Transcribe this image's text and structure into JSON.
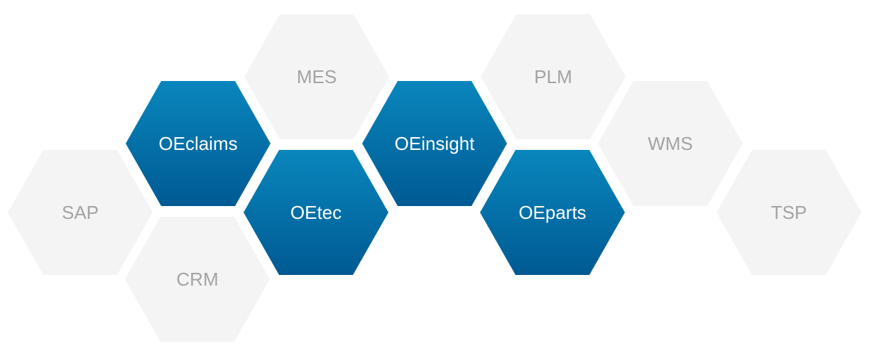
{
  "colors": {
    "product_fill_top": "#0986bd",
    "product_fill_bottom": "#005a93",
    "product_text": "#ffffff",
    "system_fill": "#f4f4f4",
    "system_text": "#a3a3a3"
  },
  "hexagons": [
    {
      "id": "sap",
      "label": "SAP",
      "kind": "system"
    },
    {
      "id": "crm",
      "label": "CRM",
      "kind": "system"
    },
    {
      "id": "oeclaims",
      "label": "OEclaims",
      "kind": "product"
    },
    {
      "id": "mes",
      "label": "MES",
      "kind": "system"
    },
    {
      "id": "oetec",
      "label": "OEtec",
      "kind": "product"
    },
    {
      "id": "oeinsight",
      "label": "OEinsight",
      "kind": "product"
    },
    {
      "id": "plm",
      "label": "PLM",
      "kind": "system"
    },
    {
      "id": "oeparts",
      "label": "OEparts",
      "kind": "product"
    },
    {
      "id": "wms",
      "label": "WMS",
      "kind": "system"
    },
    {
      "id": "tsp",
      "label": "TSP",
      "kind": "system"
    }
  ]
}
